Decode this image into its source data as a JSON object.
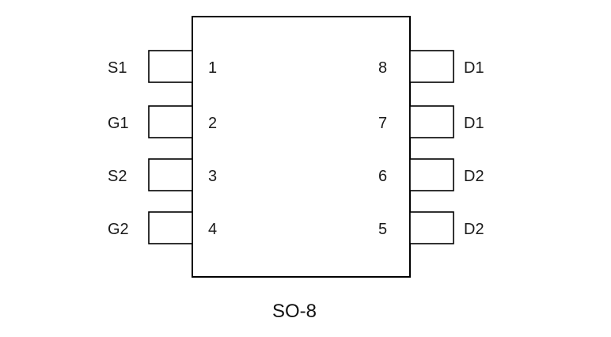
{
  "package": {
    "name": "SO-8"
  },
  "left_pins": [
    {
      "signal": "S1",
      "number": "1"
    },
    {
      "signal": "G1",
      "number": "2"
    },
    {
      "signal": "S2",
      "number": "3"
    },
    {
      "signal": "G2",
      "number": "4"
    }
  ],
  "right_pins": [
    {
      "signal": "D1",
      "number": "8"
    },
    {
      "signal": "D1",
      "number": "7"
    },
    {
      "signal": "D2",
      "number": "6"
    },
    {
      "signal": "D2",
      "number": "5"
    }
  ]
}
